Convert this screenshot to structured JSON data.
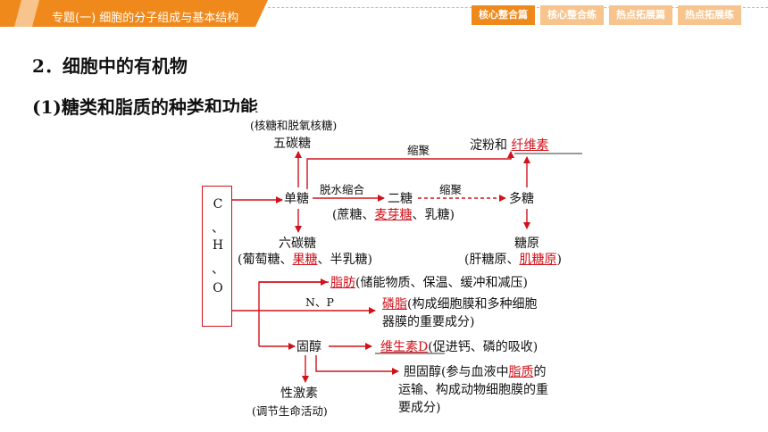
{
  "header": {
    "title": "专题(一)  细胞的分子组成与基本结构",
    "tabs": [
      {
        "label": "核心整合篇",
        "active": true
      },
      {
        "label": "核心整合练",
        "active": false
      },
      {
        "label": "热点拓展篇",
        "active": false
      },
      {
        "label": "热点拓展练",
        "active": false
      }
    ],
    "accent_color": "#f0891c",
    "accent_light": "#f7c48e"
  },
  "heading": "2．细胞中的有机物",
  "subheading": "(1)糖类和脂质的种类和功能",
  "diagram": {
    "elements": [
      "C",
      "、",
      "H",
      "、",
      "O"
    ],
    "pentose_note": "(核糖和脱氧核糖)",
    "pentose": "五碳糖",
    "monosaccharide": "单糖",
    "dehydration": "脱水缩合",
    "disaccharide": "二糖",
    "polymerize1": "缩聚",
    "polymerize2": "缩聚",
    "polysaccharide": "多糖",
    "starch_prefix": "淀粉和",
    "cellulose": "纤维素",
    "disaccharide_list_a": "(蔗糖、",
    "maltose": "麦芽糖",
    "disaccharide_list_b": "、乳糖)",
    "hexose": "六碳糖",
    "hexose_list_a": "(葡萄糖、",
    "fructose": "果糖",
    "hexose_list_b": "、半乳糖)",
    "glycogen": "糖原",
    "glycogen_list_a": "(肝糖原、",
    "muscle_glycogen": "肌糖原",
    "glycogen_list_b": ")",
    "fat": "脂肪",
    "fat_function": "(储能物质、保温、缓冲和减压)",
    "np": "N、P",
    "phospholipid": "磷脂",
    "phospholipid_function_1": "(构成细胞膜和多种细胞",
    "phospholipid_function_2": "器膜的重要成分)",
    "sterol": "固醇",
    "vitd": "维生素D",
    "vitd_function": "(促进钙、磷的吸收)",
    "cholesterol_1a": "胆固醇(参与血液中",
    "lipid_word": "脂质",
    "cholesterol_1b": "的",
    "cholesterol_2": "运输、构成动物细胞膜的重",
    "cholesterol_3": "要成分)",
    "sex_hormone": "性激素",
    "sex_hormone_function": "(调节生命活动)",
    "line_color": "#d0121b"
  }
}
